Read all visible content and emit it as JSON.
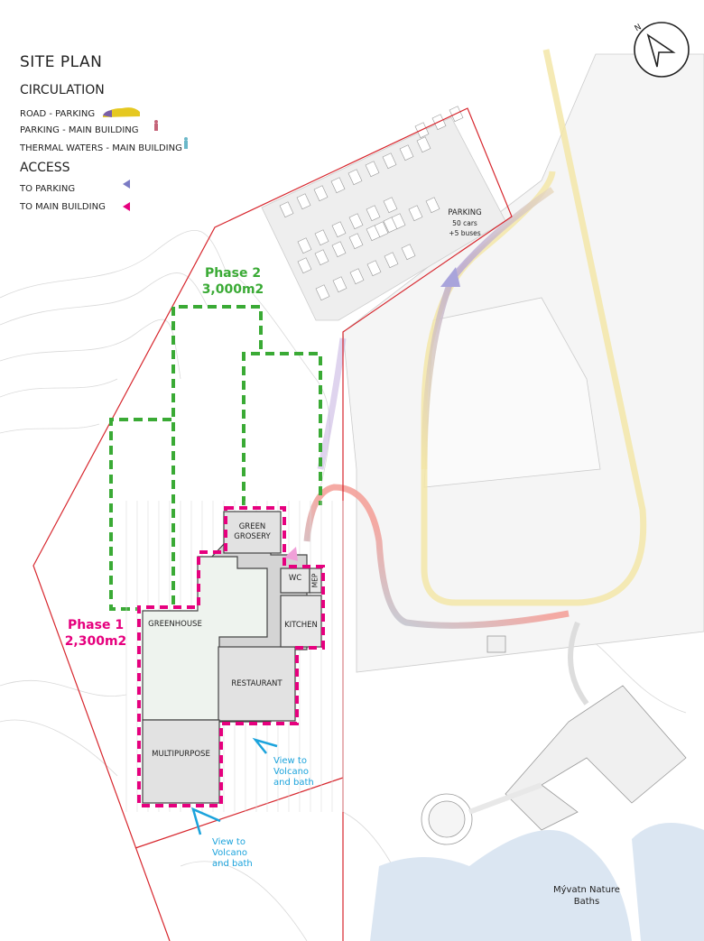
{
  "legend": {
    "title": "SITE  PLAN",
    "circulation_heading": "CIRCULATION",
    "circulation_items": [
      {
        "label": "ROAD - PARKING",
        "icon": "car-icon"
      },
      {
        "label": "PARKING - MAIN BUILDING",
        "icon": "pedestrian-icon"
      },
      {
        "label": "THERMAL WATERS - MAIN BUILDING",
        "icon": "pedestrian-icon"
      }
    ],
    "access_heading": "ACCESS",
    "access_items": [
      {
        "label": "TO PARKING",
        "color": "#7b7bc4"
      },
      {
        "label": "TO MAIN BUILDING",
        "color": "#e6007e"
      }
    ]
  },
  "parking": {
    "title": "PARKING",
    "line1": "50 cars",
    "line2": "+5 buses"
  },
  "phases": {
    "phase2": {
      "name": "Phase 2",
      "area": "3,000m2",
      "color": "#3aaa35"
    },
    "phase1": {
      "name": "Phase 1",
      "area": "2,300m2",
      "color": "#e6007e"
    }
  },
  "rooms": {
    "green_grocery_1": "GREEN",
    "green_grocery_2": "GROSERY",
    "wc": "WC",
    "mep": "MEP",
    "kitchen": "KITCHEN",
    "greenhouse": "GREENHOUSE",
    "restaurant": "RESTAURANT",
    "multipurpose": "MULTIPURPOSE"
  },
  "views": [
    {
      "l1": "View to",
      "l2": "Volcano",
      "l3": "and bath"
    },
    {
      "l1": "View to",
      "l2": "Volcano",
      "l3": "and bath"
    }
  ],
  "baths": {
    "l1": "Mývatn Nature",
    "l2": "Baths"
  },
  "colors": {
    "boundary": "#d7262d",
    "view": "#1ba3dc",
    "road": "#f3e6a8"
  }
}
